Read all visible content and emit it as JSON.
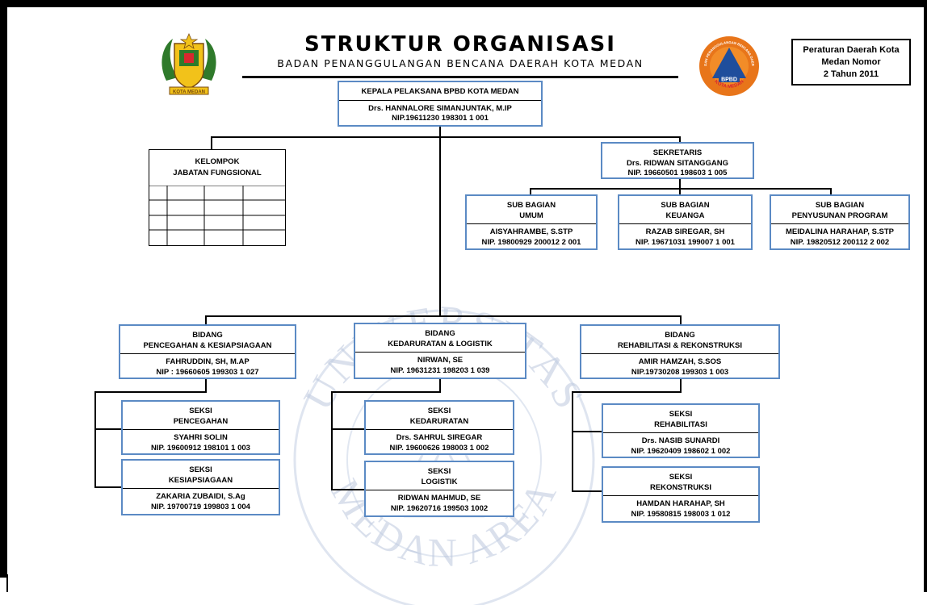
{
  "header": {
    "title": "STRUKTUR ORGANISASI",
    "subtitle": "BADAN PENANGGULANGAN BENCANA DAERAH KOTA MEDAN",
    "regulation": [
      "Peraturan Daerah Kota",
      "Medan Nomor",
      "2 Tahun 2011"
    ]
  },
  "logos": {
    "left": {
      "icon": "kota-medan-emblem",
      "text": "KOTA MEDAN"
    },
    "right": {
      "icon": "bpbd-logo",
      "ring_text": "BADAN PENANGGULANGAN BENCANA DAERAH",
      "center_text": "BPBD",
      "bottom_text": "KOTA MEDAN",
      "colors": {
        "ring": "#e8751a",
        "triangle": "#1f4e9c"
      }
    }
  },
  "watermark": {
    "top_text": "UNIVERSITAS",
    "bottom_text": "MEDAN AREA"
  },
  "colors": {
    "box_border": "#5b8ac4",
    "line": "#000000"
  },
  "kepala": {
    "title": "KEPALA PELAKSANA BPBD KOTA MEDAN",
    "name": "Drs. HANNALORE SIMANJUNTAK, M.IP",
    "nip": "NIP.19611230 198301 1 001"
  },
  "kelompok": {
    "line1": "KELOMPOK",
    "line2": "JABATAN FUNGSIONAL"
  },
  "sekretaris": {
    "title": "SEKRETARIS",
    "name": "Drs. RIDWAN SITANGGANG",
    "nip": "NIP. 19660501 198603 1 005"
  },
  "subbagian": [
    {
      "title1": "SUB BAGIAN",
      "title2": "UMUM",
      "name": "AISYAHRAMBE, S.STP",
      "nip": "NIP. 19800929 200012 2 001"
    },
    {
      "title1": "SUB BAGIAN",
      "title2": "KEUANGA",
      "name": "RAZAB SIREGAR, SH",
      "nip": "NIP. 19671031 199007 1 001"
    },
    {
      "title1": "SUB BAGIAN",
      "title2": "PENYUSUNAN PROGRAM",
      "name": "MEIDALINA HARAHAP, S.STP",
      "nip": "NIP. 19820512 200112 2 002"
    }
  ],
  "bidang": [
    {
      "title1": "BIDANG",
      "title2": "PENCEGAHAN & KESIAPSIAGAAN",
      "name": "FAHRUDDIN, SH, M.AP",
      "nip": "NIP : 19660605 199303 1 027"
    },
    {
      "title1": "BIDANG",
      "title2": "KEDARURATAN & LOGISTIK",
      "name": "NIRWAN, SE",
      "nip": "NIP. 19631231 198203 1 039"
    },
    {
      "title1": "BIDANG",
      "title2": "REHABILITASI & REKONSTRUKSI",
      "name": "AMIR HAMZAH, S.SOS",
      "nip": "NIP.19730208 199303 1 003"
    }
  ],
  "seksi": [
    {
      "title1": "SEKSI",
      "title2": "PENCEGAHAN",
      "name": "SYAHRI SOLIN",
      "nip": "NIP. 19600912 198101 1 003"
    },
    {
      "title1": "SEKSI",
      "title2": "KESIAPSIAGAAN",
      "name": "ZAKARIA ZUBAIDI, S.Ag",
      "nip": "NIP. 19700719 199803 1 004"
    },
    {
      "title1": "SEKSI",
      "title2": "KEDARURATAN",
      "name": "Drs. SAHRUL SIREGAR",
      "nip": "NIP. 19600626 198003 1 002"
    },
    {
      "title1": "SEKSI",
      "title2": "LOGISTIK",
      "name": "RIDWAN MAHMUD, SE",
      "nip": "NIP. 19620716 199503 1002"
    },
    {
      "title1": "SEKSI",
      "title2": "REHABILITASI",
      "name": "Drs. NASIB SUNARDI",
      "nip": "NIP. 19620409 198602 1 002"
    },
    {
      "title1": "SEKSI",
      "title2": "REKONSTRUKSI",
      "name": "HAMDAN HARAHAP, SH",
      "nip": "NIP. 19580815 198003 1 012"
    }
  ]
}
